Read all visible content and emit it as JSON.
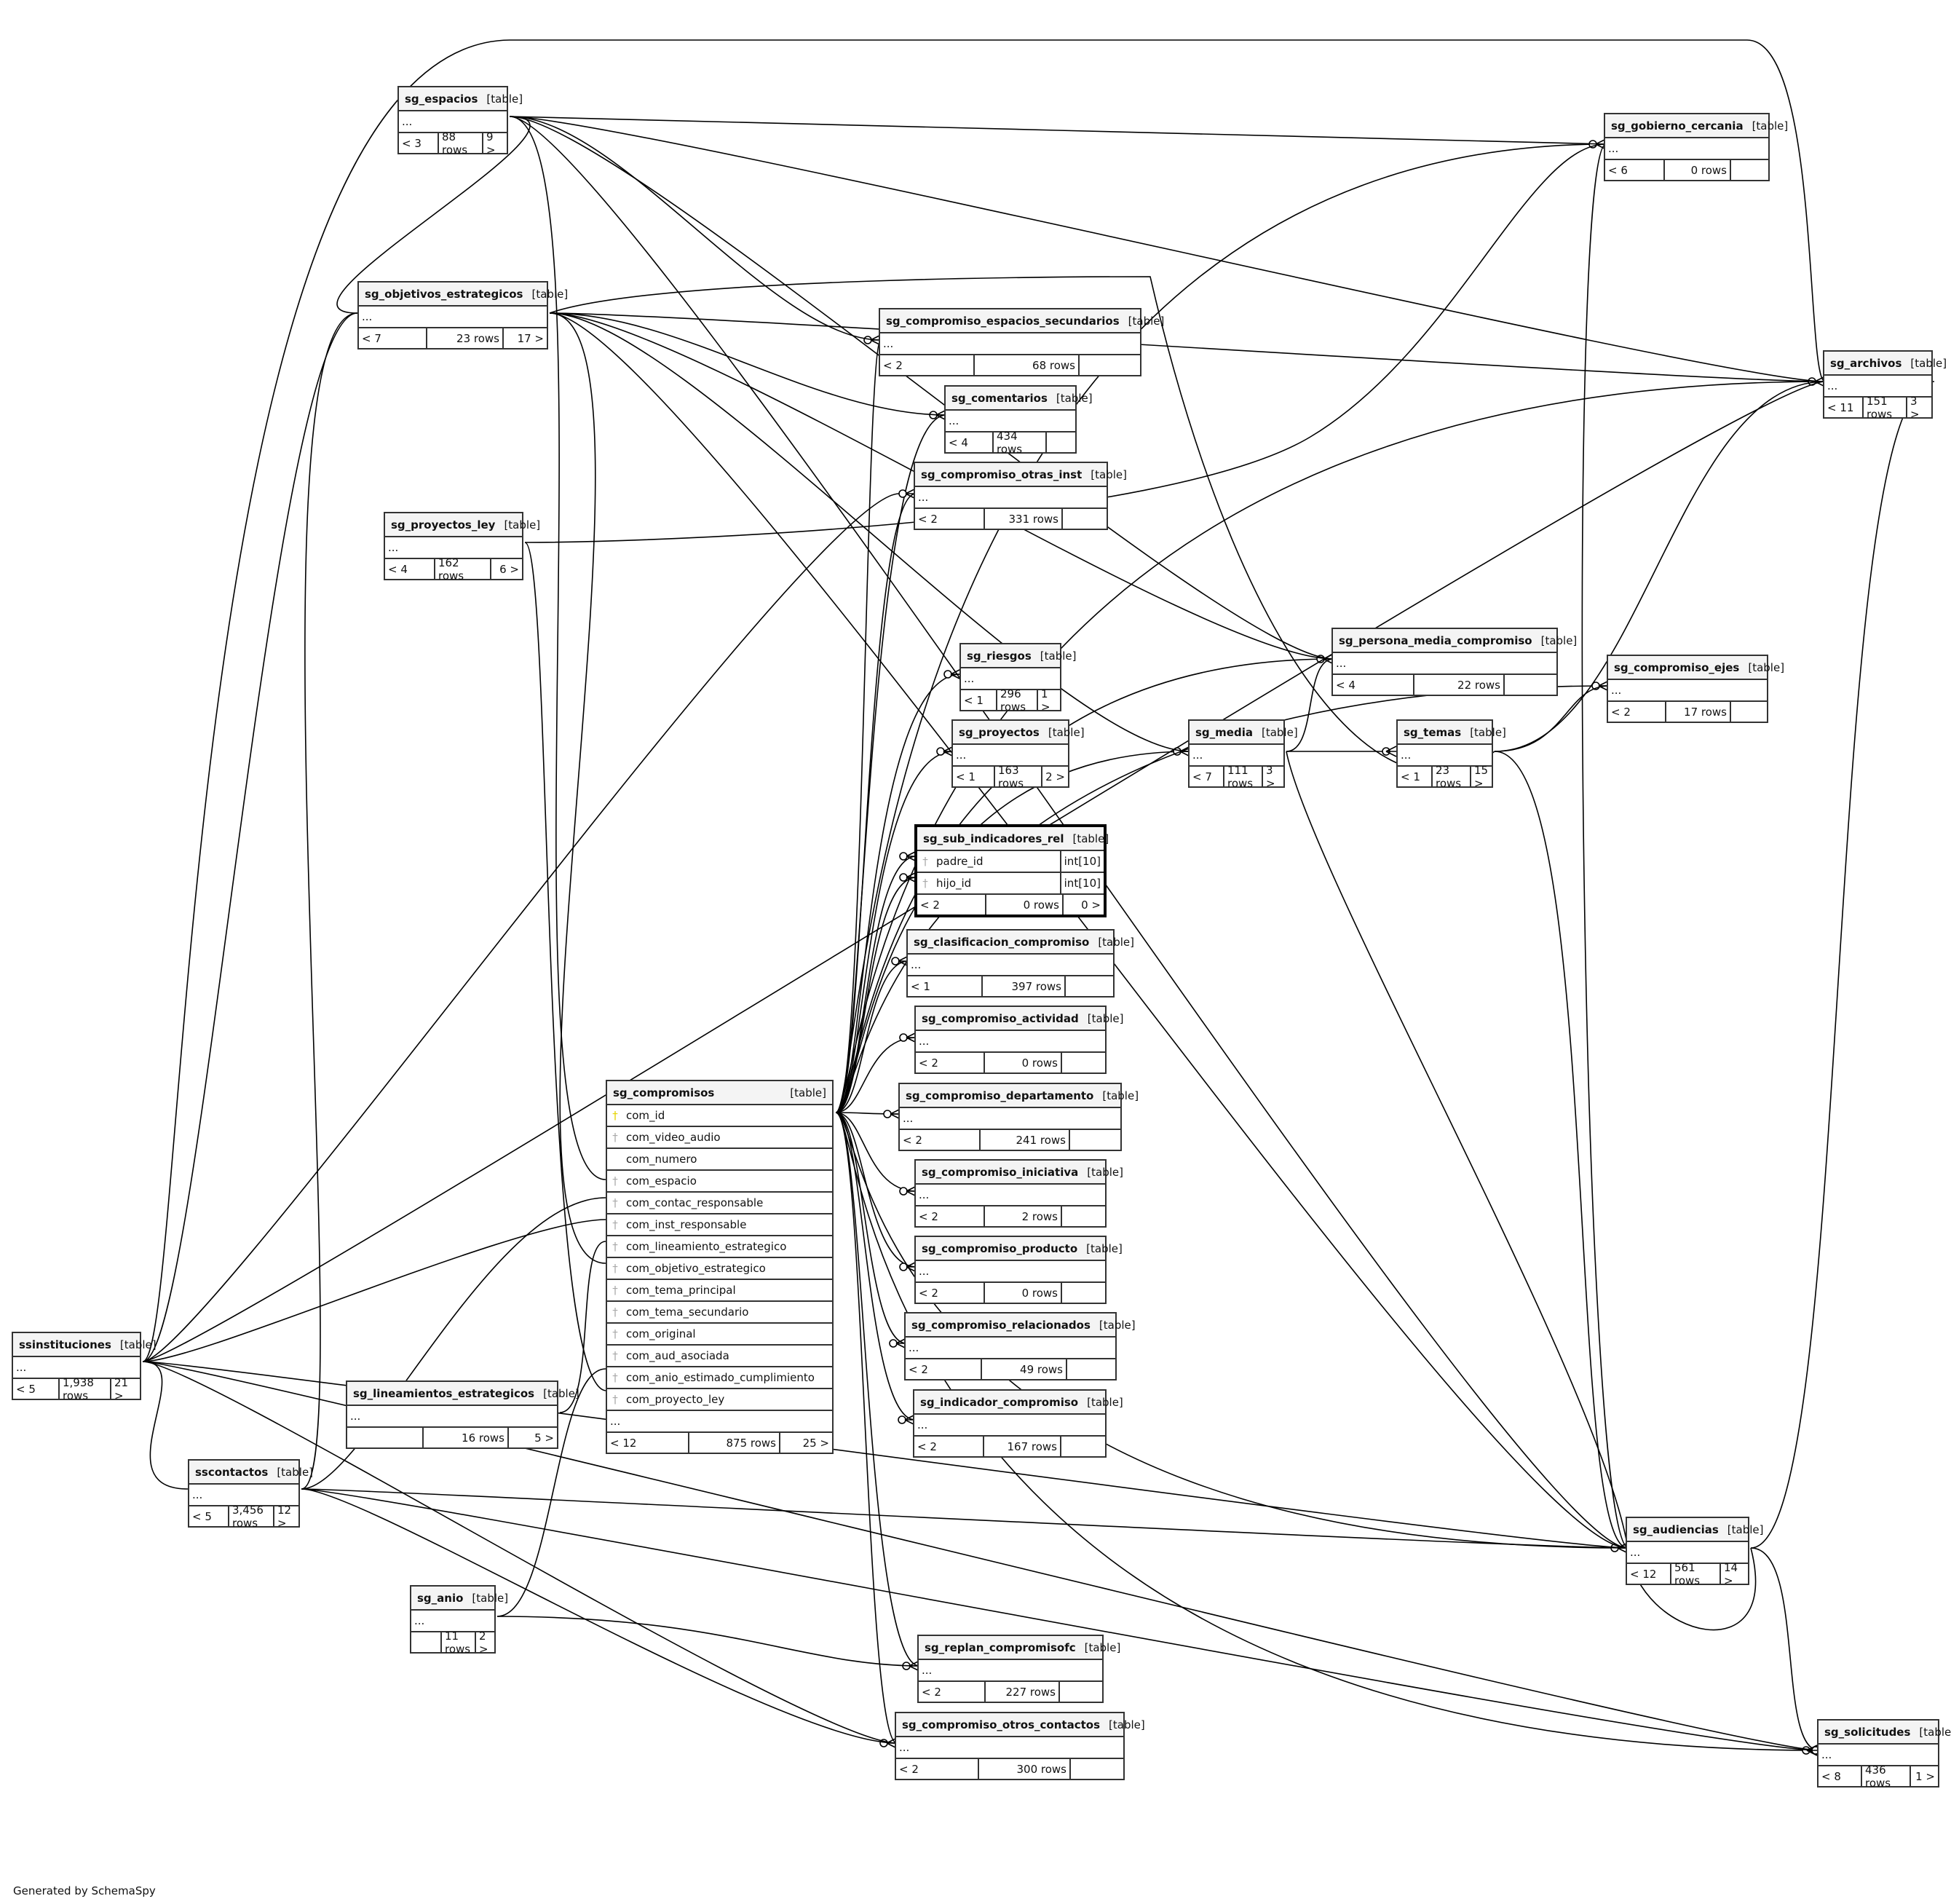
{
  "diagram": {
    "generator_label": "Generated by SchemaSpy",
    "kind_label": "[table]",
    "ellipsis": "...",
    "tables": {
      "sg_espacios": {
        "name": "sg_espacios",
        "parents": "< 3",
        "rows": "88 rows",
        "children": "9 >"
      },
      "sg_objetivos_estrategicos": {
        "name": "sg_objetivos_estrategicos",
        "parents": "< 7",
        "rows": "23 rows",
        "children": "17 >"
      },
      "sg_proyectos_ley": {
        "name": "sg_proyectos_ley",
        "parents": "< 4",
        "rows": "162 rows",
        "children": "6 >"
      },
      "sg_compromiso_espacios_secundarios": {
        "name": "sg_compromiso_espacios_secundarios",
        "parents": "< 2",
        "rows": "68 rows",
        "children": ""
      },
      "sg_comentarios": {
        "name": "sg_comentarios",
        "parents": "< 4",
        "rows": "434 rows",
        "children": ""
      },
      "sg_compromiso_otras_inst": {
        "name": "sg_compromiso_otras_inst",
        "parents": "< 2",
        "rows": "331 rows",
        "children": ""
      },
      "sg_riesgos": {
        "name": "sg_riesgos",
        "parents": "< 1",
        "rows": "296 rows",
        "children": "1 >"
      },
      "sg_proyectos": {
        "name": "sg_proyectos",
        "parents": "< 1",
        "rows": "163 rows",
        "children": "2 >"
      },
      "sg_sub_indicadores_rel": {
        "name": "sg_sub_indicadores_rel",
        "parents": "< 2",
        "rows": "0 rows",
        "children": "0 >",
        "columns": [
          {
            "name": "padre_id",
            "type": "int[10]",
            "key": "fk"
          },
          {
            "name": "hijo_id",
            "type": "int[10]",
            "key": "fk"
          }
        ]
      },
      "sg_clasificacion_compromiso": {
        "name": "sg_clasificacion_compromiso",
        "parents": "< 1",
        "rows": "397 rows",
        "children": ""
      },
      "sg_compromiso_actividad": {
        "name": "sg_compromiso_actividad",
        "parents": "< 2",
        "rows": "0 rows",
        "children": ""
      },
      "sg_compromiso_departamento": {
        "name": "sg_compromiso_departamento",
        "parents": "< 2",
        "rows": "241 rows",
        "children": ""
      },
      "sg_compromiso_iniciativa": {
        "name": "sg_compromiso_iniciativa",
        "parents": "< 2",
        "rows": "2 rows",
        "children": ""
      },
      "sg_compromiso_producto": {
        "name": "sg_compromiso_producto",
        "parents": "< 2",
        "rows": "0 rows",
        "children": ""
      },
      "sg_compromiso_relacionados": {
        "name": "sg_compromiso_relacionados",
        "parents": "< 2",
        "rows": "49 rows",
        "children": ""
      },
      "sg_indicador_compromiso": {
        "name": "sg_indicador_compromiso",
        "parents": "< 2",
        "rows": "167 rows",
        "children": ""
      },
      "sg_replan_compromisofc": {
        "name": "sg_replan_compromisofc",
        "parents": "< 2",
        "rows": "227 rows",
        "children": ""
      },
      "sg_compromiso_otros_contactos": {
        "name": "sg_compromiso_otros_contactos",
        "parents": "< 2",
        "rows": "300 rows",
        "children": ""
      },
      "sg_compromisos": {
        "name": "sg_compromisos",
        "parents": "< 12",
        "rows": "875 rows",
        "children": "25 >",
        "columns": [
          {
            "name": "com_id",
            "key": "pk"
          },
          {
            "name": "com_video_audio",
            "key": "fk"
          },
          {
            "name": "com_numero",
            "key": ""
          },
          {
            "name": "com_espacio",
            "key": "fk"
          },
          {
            "name": "com_contac_responsable",
            "key": "fk"
          },
          {
            "name": "com_inst_responsable",
            "key": "fk"
          },
          {
            "name": "com_lineamiento_estrategico",
            "key": "fk"
          },
          {
            "name": "com_objetivo_estrategico",
            "key": "fk"
          },
          {
            "name": "com_tema_principal",
            "key": "fk"
          },
          {
            "name": "com_tema_secundario",
            "key": "fk"
          },
          {
            "name": "com_original",
            "key": "fk"
          },
          {
            "name": "com_aud_asociada",
            "key": "fk"
          },
          {
            "name": "com_anio_estimado_cumplimiento",
            "key": "fk"
          },
          {
            "name": "com_proyecto_ley",
            "key": "fk"
          }
        ]
      },
      "ssinstituciones": {
        "name": "ssinstituciones",
        "parents": "< 5",
        "rows": "1,938 rows",
        "children": "21 >"
      },
      "sscontactos": {
        "name": "sscontactos",
        "parents": "< 5",
        "rows": "3,456 rows",
        "children": "12 >"
      },
      "sg_lineamientos_estrategicos": {
        "name": "sg_lineamientos_estrategicos",
        "parents": "",
        "rows": "16 rows",
        "children": "5 >"
      },
      "sg_anio": {
        "name": "sg_anio",
        "parents": "",
        "rows": "11 rows",
        "children": "2 >"
      },
      "sg_persona_media_compromiso": {
        "name": "sg_persona_media_compromiso",
        "parents": "< 4",
        "rows": "22 rows",
        "children": ""
      },
      "sg_media": {
        "name": "sg_media",
        "parents": "< 7",
        "rows": "111 rows",
        "children": "3 >"
      },
      "sg_temas": {
        "name": "sg_temas",
        "parents": "< 1",
        "rows": "23 rows",
        "children": "15 >"
      },
      "sg_gobierno_cercania": {
        "name": "sg_gobierno_cercania",
        "parents": "< 6",
        "rows": "0 rows",
        "children": ""
      },
      "sg_archivos": {
        "name": "sg_archivos",
        "parents": "< 11",
        "rows": "151 rows",
        "children": "3 >"
      },
      "sg_compromiso_ejes": {
        "name": "sg_compromiso_ejes",
        "parents": "< 2",
        "rows": "17 rows",
        "children": ""
      },
      "sg_audiencias": {
        "name": "sg_audiencias",
        "parents": "< 12",
        "rows": "561 rows",
        "children": "14 >"
      },
      "sg_solicitudes": {
        "name": "sg_solicitudes",
        "parents": "< 8",
        "rows": "436 rows",
        "children": "1 >"
      }
    }
  }
}
